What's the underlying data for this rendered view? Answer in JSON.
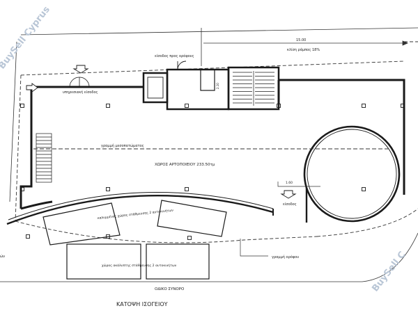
{
  "labels": {
    "entrance_upper": "είσοδος προς ορόφους",
    "ramp_dim": "15.00",
    "ramp_slope": "κλίση ράμπας 18%",
    "service_entrance": "υπηρεσιακή είσοδος",
    "mezzanine_line": "γραμμή μεσοπατώματος",
    "bakery_space": "ΧΩΡΟΣ ΑΡΤΟΠΟΙΕΙΟΥ 233.50τμ",
    "covered_parking": "καλυμμένος χώρος στάθμευσης 2 αυτοκινήτων",
    "uncovered_parking": "χώρος ακάλυπτης στάθμευσης 2 αυτοκινήτων",
    "floor_line": "γραμμή ορόφου",
    "entrance_right": "είσοδος",
    "boundary": "ΟΔΙΚΟ ΣΥΝΟΡΟ",
    "plan_title": "ΚΑΤΟΨΗ ΙΣΟΓΕΙΟΥ",
    "dim_small": "1.60",
    "dim_stair": "2.10",
    "left_cut": "ών"
  },
  "watermark": {
    "left": "BuySell Cyprus",
    "right": "BuySell C"
  },
  "colors": {
    "line": "#1a1a1a",
    "watermark": "#b9c6d6"
  }
}
